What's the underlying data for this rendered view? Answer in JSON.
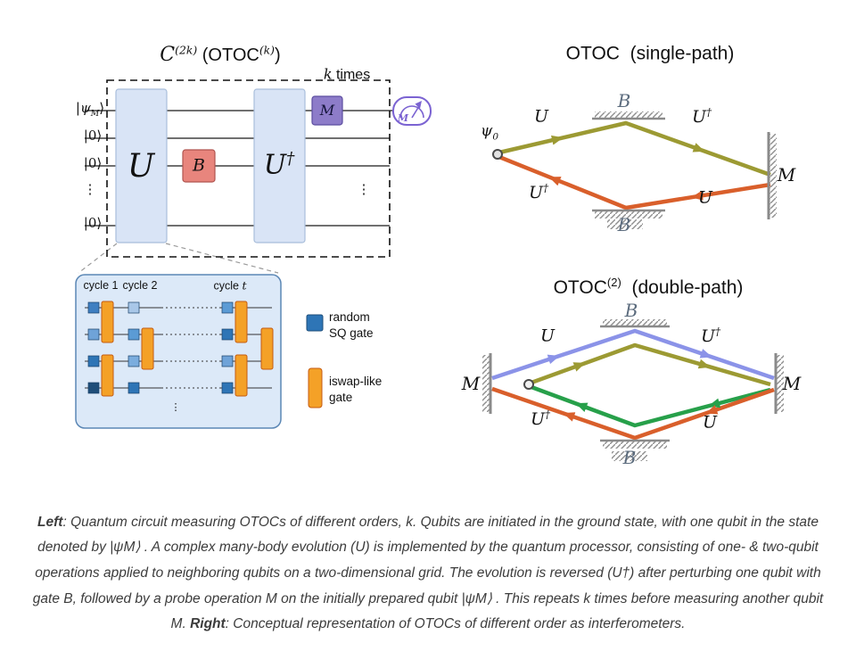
{
  "colors": {
    "unitary_box_fill": "#d9e4f6",
    "unitary_box_border": "#a9bedb",
    "b_gate_fill": "#e8857d",
    "b_gate_border": "#b0544f",
    "m_gate_fill": "#8d7cc9",
    "m_gate_border": "#5c4ea0",
    "meter_purple": "#7b63d2",
    "zoom_box_fill": "#dce9f8",
    "zoom_box_border": "#5b87b5",
    "random_sq_blue": "#2e75b6",
    "iswap_orange": "#f4a127",
    "path_olive": "#9c9a33",
    "path_orange": "#d95f2b",
    "path_blue": "#8b93e8",
    "path_green": "#27a04a",
    "hatch_gray": "#8f8f8f"
  },
  "left_panel": {
    "title_c": "C",
    "title_c_sup": "(2k)",
    "title_mid": " (OTOC",
    "title_mid_sup": "(k)",
    "title_end": ")",
    "k_times_k": "k",
    "k_times_rest": " times",
    "psi_bar": "|",
    "psi_sym": "ψ",
    "psi_sub": "M",
    "psi_ket": "⟩",
    "zero_1": "|0⟩",
    "zero_2": "|0⟩",
    "zero_3": "|0⟩",
    "vdots_labels": "⋮",
    "vdots_inner": "⋮",
    "gate_u": "U",
    "gate_b": "B",
    "gate_udag_base": "U",
    "gate_udag_sup": "†",
    "gate_m": "M",
    "meter_m": "M",
    "cycle_1": "cycle 1",
    "cycle_2": "cycle 2",
    "cycle_t_pre": "cycle ",
    "cycle_t_var": "t",
    "zoom_vdots": "⋮",
    "legend_sq_line1": "random",
    "legend_sq_line2": "SQ gate",
    "legend_iswap_line1": "iswap-like",
    "legend_iswap_line2": "gate"
  },
  "single_path": {
    "title": "OTOC  (single-path)",
    "psi0_base": "ψ",
    "psi0_sub": "0",
    "u_top_left": "U",
    "udag_top_right_base": "U",
    "udag_top_right_sup": "†",
    "udag_bottom_left_base": "U",
    "udag_bottom_left_sup": "†",
    "u_bottom_right": "U",
    "b_top": "B",
    "b_bottom": "B",
    "m_right": "M"
  },
  "double_path": {
    "title_base": "OTOC",
    "title_sup": "(2)",
    "title_rest": "  (double-path)",
    "m_left": "M",
    "m_right": "M",
    "u_top_left": "U",
    "udag_top_right_base": "U",
    "udag_top_right_sup": "†",
    "udag_bottom_left_base": "U",
    "udag_bottom_left_sup": "†",
    "u_bottom_right": "U",
    "b_top": "B",
    "b_bottom": "B"
  },
  "caption": {
    "left_label": "Left",
    "part1": ": Quantum circuit measuring OTOCs of different orders, k. Qubits are initiated in the ground state, with one qubit in the state denoted by |ψM⟩ . A complex many-body evolution (U) is implemented by the quantum processor, consisting of one- & two-qubit operations applied to neighboring qubits on a two-dimensional grid. The evolution is reversed (U†) after perturbing one qubit with gate B, followed by a probe operation M on the initially prepared qubit |ψM⟩ . This repeats k times before measuring another qubit M. ",
    "right_label": "Right",
    "part2": ": Conceptual representation of OTOCs of different order as interferometers."
  }
}
